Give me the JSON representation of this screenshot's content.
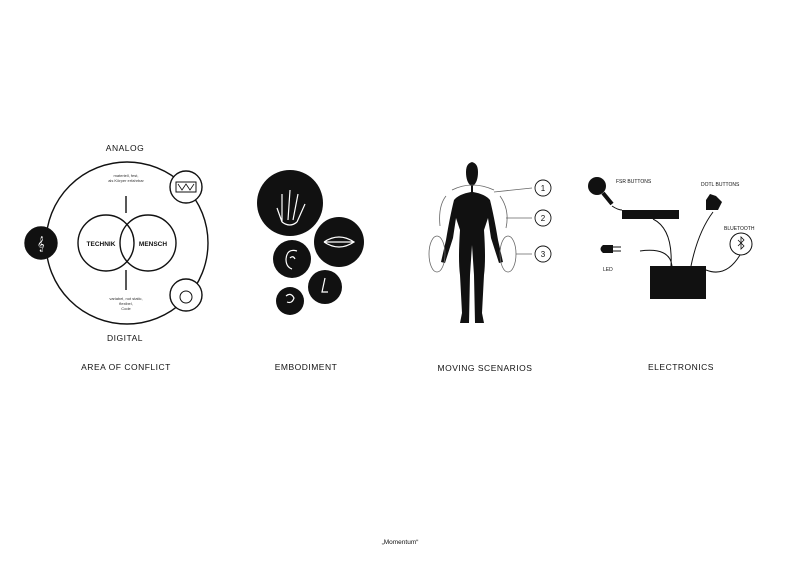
{
  "conflict": {
    "top": "ANALOG",
    "bottom": "DIGITAL",
    "left_circle": "TECHNIK",
    "right_circle": "MENSCH",
    "analog_note": [
      "materiell, fest,",
      "als Körper erfahrbar"
    ],
    "digital_note": [
      "variabel, not static,",
      "flexibel,",
      "Code"
    ],
    "caption": "AREA OF CONFLICT"
  },
  "embodiment": {
    "caption": "EMBODIMENT"
  },
  "moving": {
    "markers": [
      "1",
      "2",
      "3"
    ],
    "caption": "MOVING SCENARIOS"
  },
  "electronics": {
    "fsr": "FSR BUTTONS",
    "dotl": "DOTL BUTTONS",
    "bluetooth": "BLUETOOTH",
    "led": "LED",
    "caption": "ELECTRONICS"
  },
  "footer": "„Momentum“"
}
